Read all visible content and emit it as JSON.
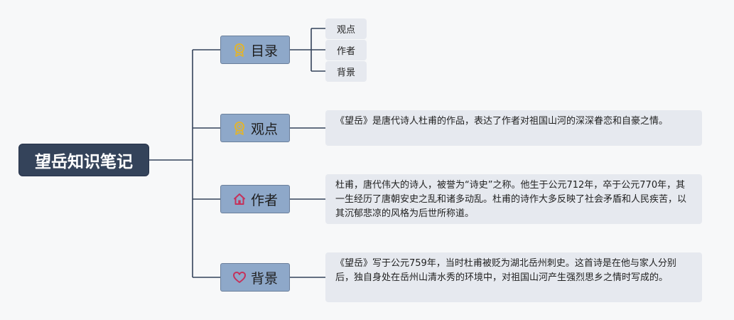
{
  "root": {
    "title": "望岳知识笔记"
  },
  "branches": [
    {
      "label": "目录",
      "icon": "medal-icon",
      "children": [
        "观点",
        "作者",
        "背景"
      ]
    },
    {
      "label": "观点",
      "icon": "medal-icon",
      "text": "《望岳》是唐代诗人杜甫的作品，表达了作者对祖国山河的深深眷恋和自豪之情。"
    },
    {
      "label": "作者",
      "icon": "house-icon",
      "text": "杜甫，唐代伟大的诗人，被誉为“诗史”之称。他生于公元712年，卒于公元770年，其一生经历了唐朝安史之乱和诸多动乱。杜甫的诗作大多反映了社会矛盾和人民疾苦，以其沉郁悲凉的风格为后世所称道。"
    },
    {
      "label": "背景",
      "icon": "heart-icon",
      "text": "《望岳》写于公元759年，当时杜甫被贬为湖北岳州刺史。这首诗是在他与家人分别后，独自身处在岳州山清水秀的环境中，对祖国山河产生强烈思乡之情时写成的。"
    }
  ],
  "colors": {
    "root_bg": "#34435a",
    "branch_bg": "#8ea8c9",
    "leaf_bg": "#e6e9ef",
    "connector": "#34435a",
    "medal_icon": "#e0b431",
    "house_icon": "#c4325b",
    "heart_icon": "#c4325b"
  }
}
